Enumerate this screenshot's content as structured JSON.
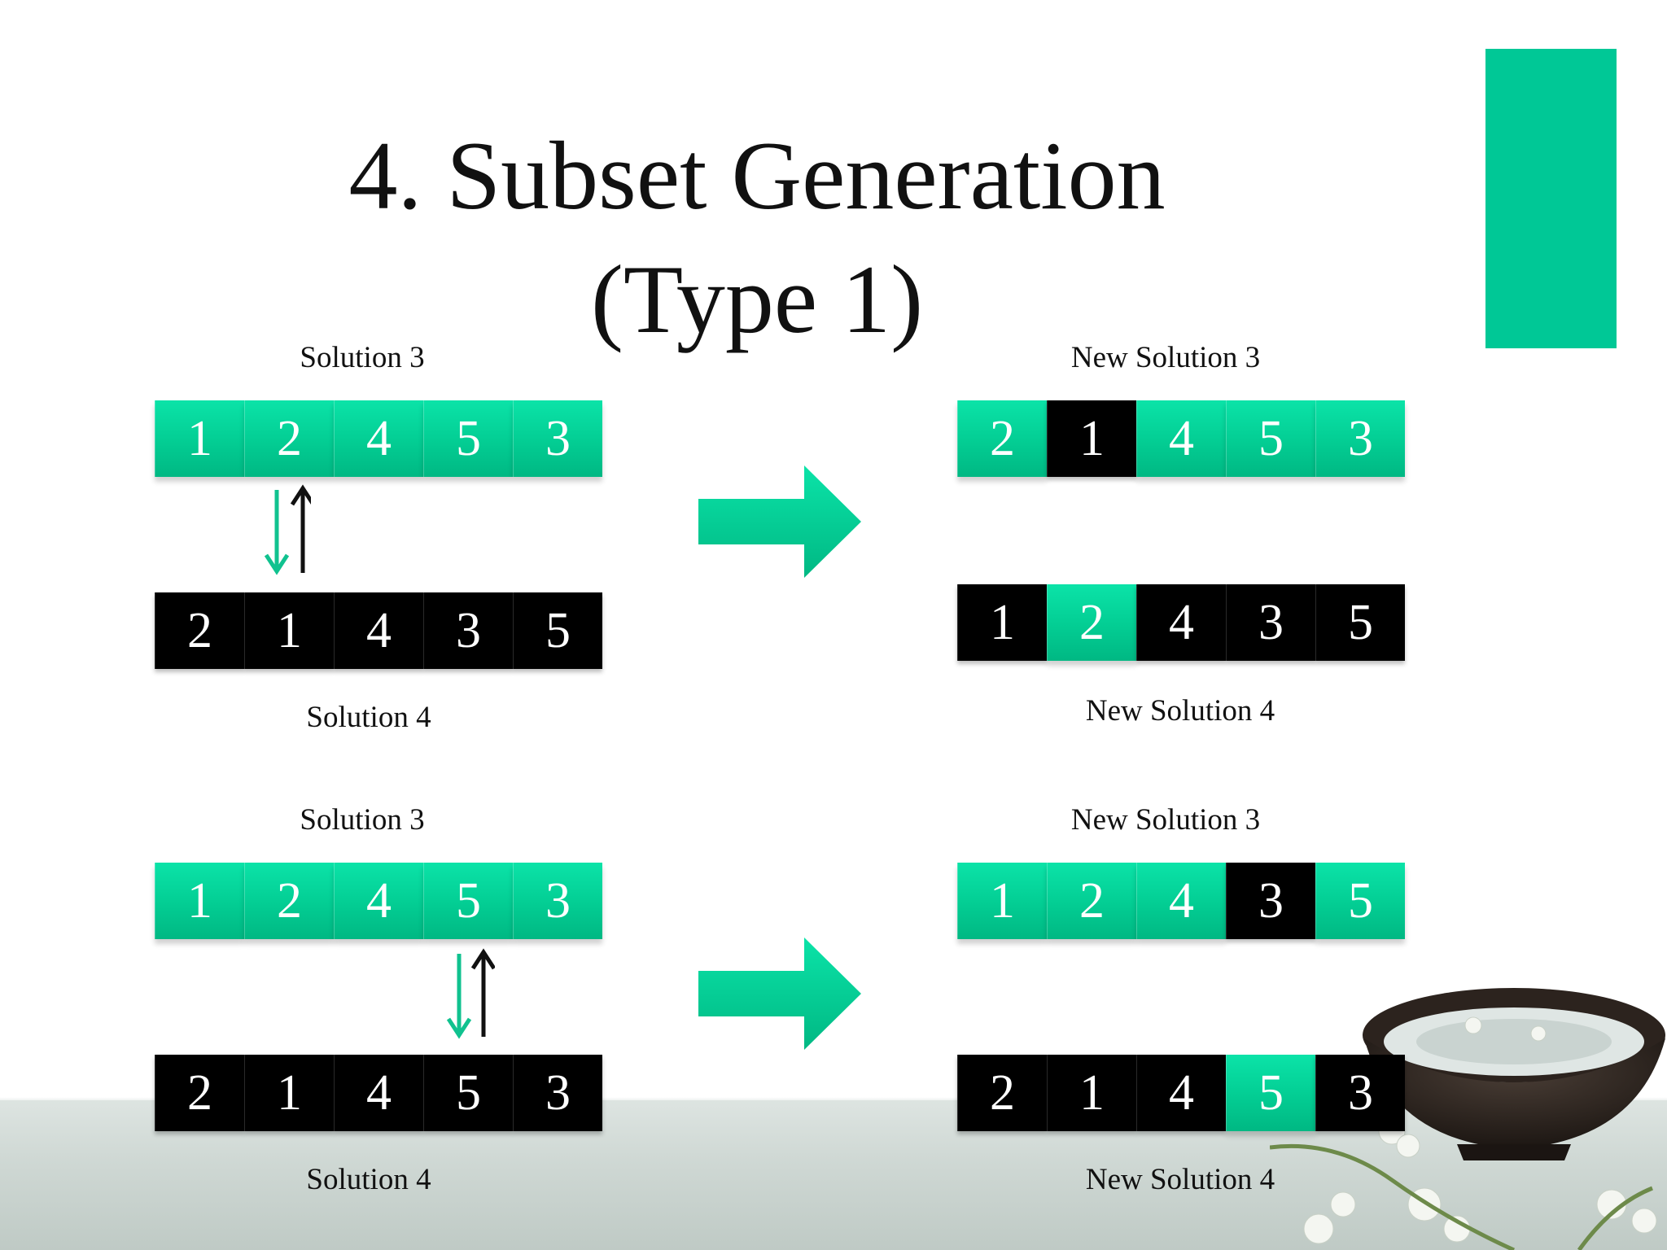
{
  "slide": {
    "title_line1": "4. Subset Generation",
    "title_line2": "(Type 1)"
  },
  "colors": {
    "accent": "#00c896",
    "cell_green": "#03cd93",
    "cell_black": "#000000"
  },
  "examples": [
    {
      "before": {
        "top_label": "Solution 3",
        "bottom_label": "Solution 4",
        "top_row": [
          {
            "value": "1",
            "color": "green"
          },
          {
            "value": "2",
            "color": "green"
          },
          {
            "value": "4",
            "color": "green"
          },
          {
            "value": "5",
            "color": "green"
          },
          {
            "value": "3",
            "color": "green"
          }
        ],
        "bottom_row": [
          {
            "value": "2",
            "color": "black"
          },
          {
            "value": "1",
            "color": "black"
          },
          {
            "value": "4",
            "color": "black"
          },
          {
            "value": "3",
            "color": "black"
          },
          {
            "value": "5",
            "color": "black"
          }
        ]
      },
      "after": {
        "top_label": "New Solution 3",
        "bottom_label": "New Solution 4",
        "top_row": [
          {
            "value": "2",
            "color": "green"
          },
          {
            "value": "1",
            "color": "black"
          },
          {
            "value": "4",
            "color": "green"
          },
          {
            "value": "5",
            "color": "green"
          },
          {
            "value": "3",
            "color": "green"
          }
        ],
        "bottom_row": [
          {
            "value": "1",
            "color": "black"
          },
          {
            "value": "2",
            "color": "green"
          },
          {
            "value": "4",
            "color": "black"
          },
          {
            "value": "3",
            "color": "black"
          },
          {
            "value": "5",
            "color": "black"
          }
        ]
      }
    },
    {
      "before": {
        "top_label": "Solution 3",
        "bottom_label": "Solution 4",
        "top_row": [
          {
            "value": "1",
            "color": "green"
          },
          {
            "value": "2",
            "color": "green"
          },
          {
            "value": "4",
            "color": "green"
          },
          {
            "value": "5",
            "color": "green"
          },
          {
            "value": "3",
            "color": "green"
          }
        ],
        "bottom_row": [
          {
            "value": "2",
            "color": "black"
          },
          {
            "value": "1",
            "color": "black"
          },
          {
            "value": "4",
            "color": "black"
          },
          {
            "value": "5",
            "color": "black"
          },
          {
            "value": "3",
            "color": "black"
          }
        ]
      },
      "after": {
        "top_label": "New Solution 3",
        "bottom_label": "New Solution 4",
        "top_row": [
          {
            "value": "1",
            "color": "green"
          },
          {
            "value": "2",
            "color": "green"
          },
          {
            "value": "4",
            "color": "green"
          },
          {
            "value": "3",
            "color": "black"
          },
          {
            "value": "5",
            "color": "green"
          }
        ],
        "bottom_row": [
          {
            "value": "2",
            "color": "black"
          },
          {
            "value": "1",
            "color": "black"
          },
          {
            "value": "4",
            "color": "black"
          },
          {
            "value": "5",
            "color": "green"
          },
          {
            "value": "3",
            "color": "black"
          }
        ]
      }
    }
  ]
}
